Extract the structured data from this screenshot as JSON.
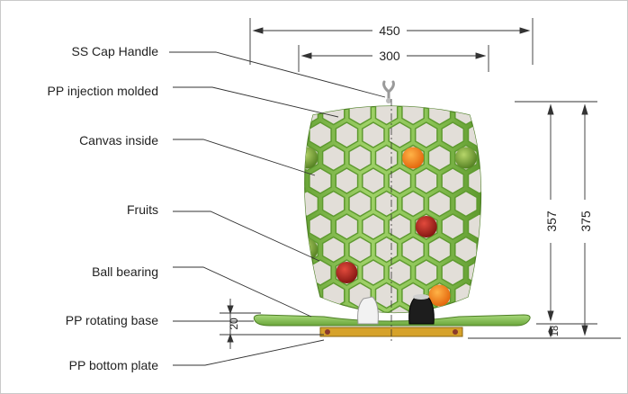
{
  "labels": {
    "cap_handle": "SS Cap Handle",
    "injection_molded": "PP injection molded",
    "canvas": "Canvas inside",
    "fruits": "Fruits",
    "ball_bearing": "Ball bearing",
    "rotating_base": "PP rotating base",
    "bottom_plate": "PP bottom plate"
  },
  "dimensions": {
    "outer_width": "450",
    "inner_width": "300",
    "body_height": "357",
    "total_height": "375",
    "base_height": "20",
    "plate_height": "18"
  },
  "colors": {
    "body_green": "#8fc654",
    "body_dark": "#5e9a2f",
    "hex_cell": "#e2ded8",
    "plate": "#c7941c",
    "line": "#333333"
  }
}
